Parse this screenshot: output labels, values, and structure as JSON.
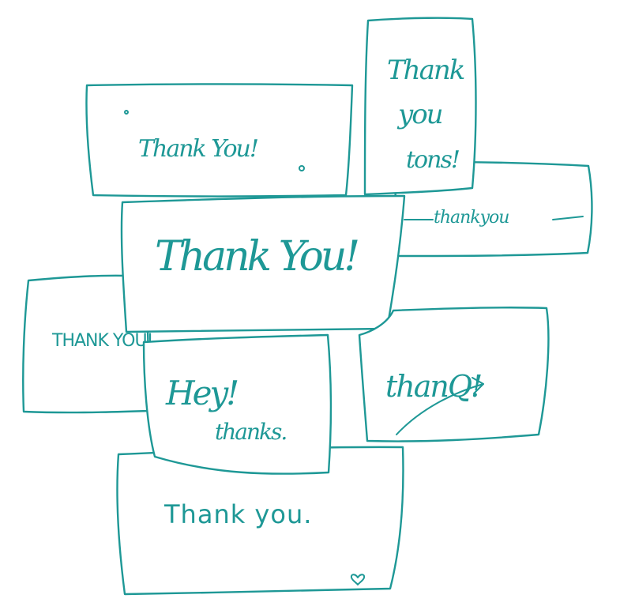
{
  "ink_color": "#1e9896",
  "notes": [
    {
      "id": "note-1",
      "text": "Thank You!"
    },
    {
      "id": "note-2",
      "lines": [
        "Thank",
        "you",
        "tons!"
      ]
    },
    {
      "id": "note-3",
      "text": "thankyou"
    },
    {
      "id": "note-4",
      "text": "Thank You!"
    },
    {
      "id": "note-5",
      "text": "THANK YOU!"
    },
    {
      "id": "note-6",
      "text": "thanQ!"
    },
    {
      "id": "note-7",
      "lines": [
        "Hey!",
        "thanks."
      ]
    },
    {
      "id": "note-8",
      "text": "Thank you."
    }
  ]
}
